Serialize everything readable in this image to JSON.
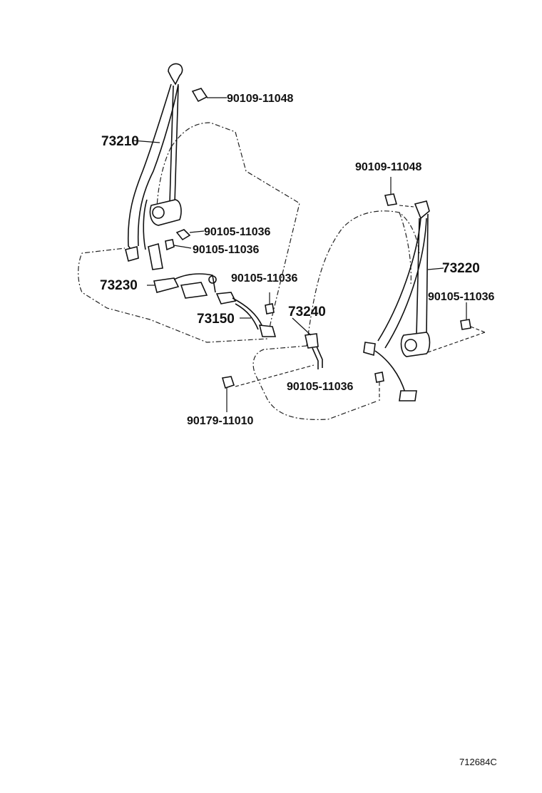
{
  "labels": {
    "p73210": "73210",
    "p73220": "73220",
    "p73230": "73230",
    "p73240": "73240",
    "p73150": "73150",
    "bolt_90109_a": "90109-11048",
    "bolt_90109_b": "90109-11048",
    "bolt_90105_a": "90105-11036",
    "bolt_90105_b": "90105-11036",
    "bolt_90105_c": "90105-11036",
    "bolt_90105_d": "90105-11036",
    "bolt_90105_e": "90105-11036",
    "nut_90179": "90179-11010"
  },
  "figure_code": "712684C"
}
